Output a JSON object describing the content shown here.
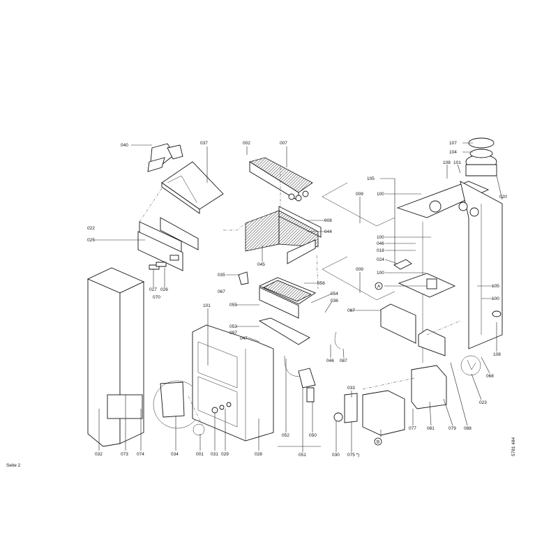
{
  "page": {
    "footer": "Seite 2",
    "doc_number": "5781 484"
  },
  "callouts": {
    "A": "A",
    "B": "B"
  },
  "labels": {
    "l040": "040",
    "l037": "037",
    "l002": "002",
    "l007": "007",
    "l107": "107",
    "l104": "104",
    "l108a": "108",
    "l101a": "101",
    "l105a": "105",
    "l100a": "100",
    "l009a": "009",
    "l020": "020",
    "l008": "008",
    "l022": "022",
    "l044": "044",
    "l025": "025",
    "l100b": "100",
    "l046a": "046",
    "l018": "018",
    "l024": "024",
    "l045": "045",
    "l009b": "009",
    "l100c": "100",
    "l035": "035",
    "l056": "056",
    "l027": "027",
    "l026": "026",
    "l105b": "105",
    "l067a": "067",
    "l070": "070",
    "l100d": "100",
    "l054": "054",
    "l036": "036",
    "l055": "055",
    "l067b": "067",
    "l101b": "101",
    "l053": "053",
    "l097": "097",
    "l047": "047",
    "l046b": "046",
    "l087": "087",
    "l108b": "108",
    "l068": "068",
    "l023": "023",
    "l033": "033",
    "l032": "032",
    "l073": "073",
    "l074": "074",
    "l034": "034",
    "l001": "001",
    "l031": "031",
    "l029": "029",
    "l028": "028",
    "l052": "052",
    "l050": "050",
    "l051": "051",
    "l030": "030",
    "l075": "075 *)",
    "l077": "077",
    "l081": "081",
    "l079": "079",
    "l088": "088"
  }
}
